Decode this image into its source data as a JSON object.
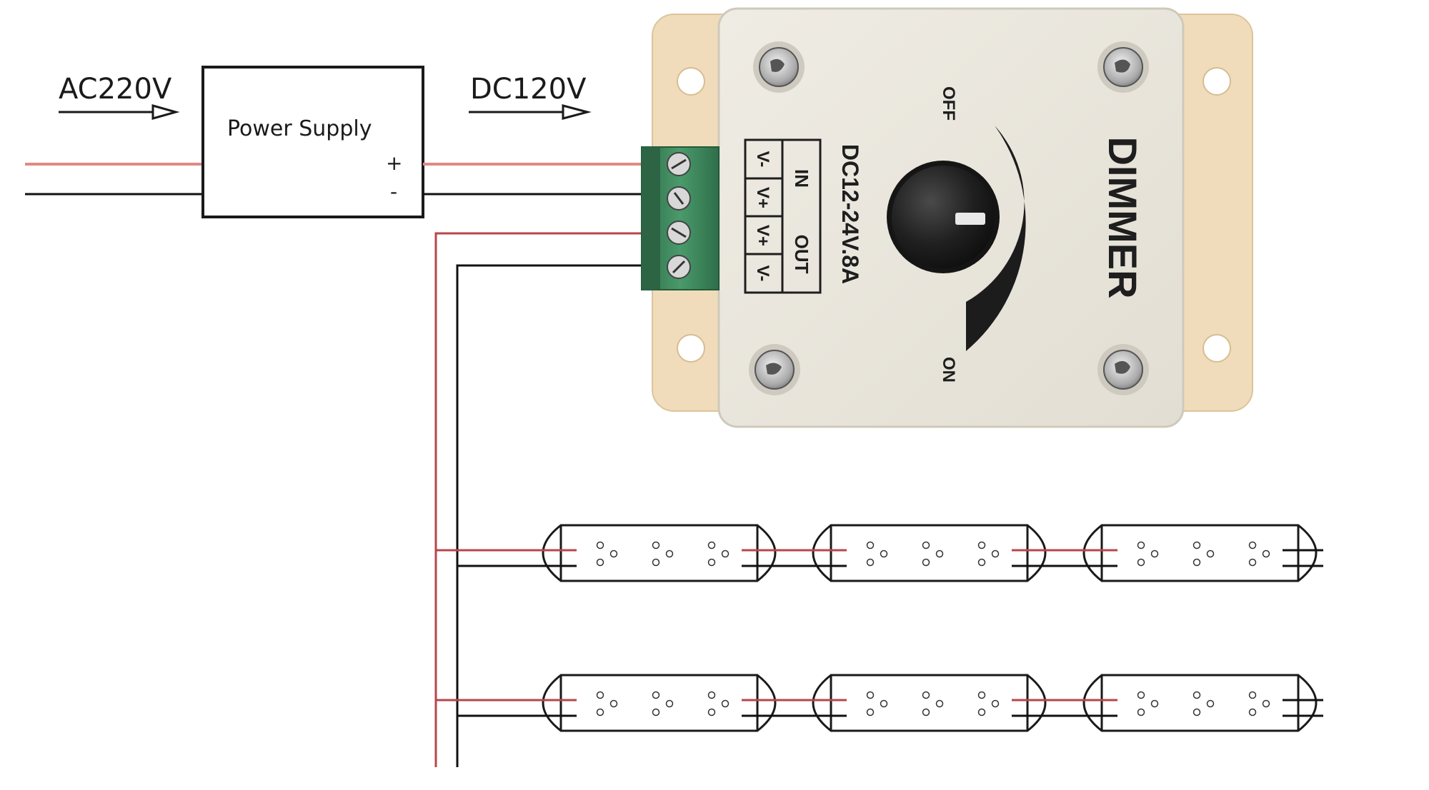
{
  "labels": {
    "ac_input": "AC220V",
    "dc_output": "DC120V",
    "power_supply": "Power Supply",
    "plus": "+",
    "minus": "-"
  },
  "dimmer": {
    "title": "DIMMER",
    "rating": "DC12-24V.8A",
    "off": "OFF",
    "on": "ON",
    "terminal_table": {
      "groups": [
        "IN",
        "OUT"
      ],
      "pins": [
        "V-",
        "V+",
        "V+",
        "V-"
      ]
    }
  },
  "led_strips": {
    "rows": 2,
    "segments_per_row": 3
  },
  "colors": {
    "wire_positive": "#e08a84",
    "wire_positive_dark": "#b8464a",
    "wire_negative": "#111111",
    "dimmer_body": "#ebe8df",
    "mount_plate": "#f0dcba",
    "terminal_block": "#3f8a5e",
    "knob": "#1c1c1c"
  }
}
